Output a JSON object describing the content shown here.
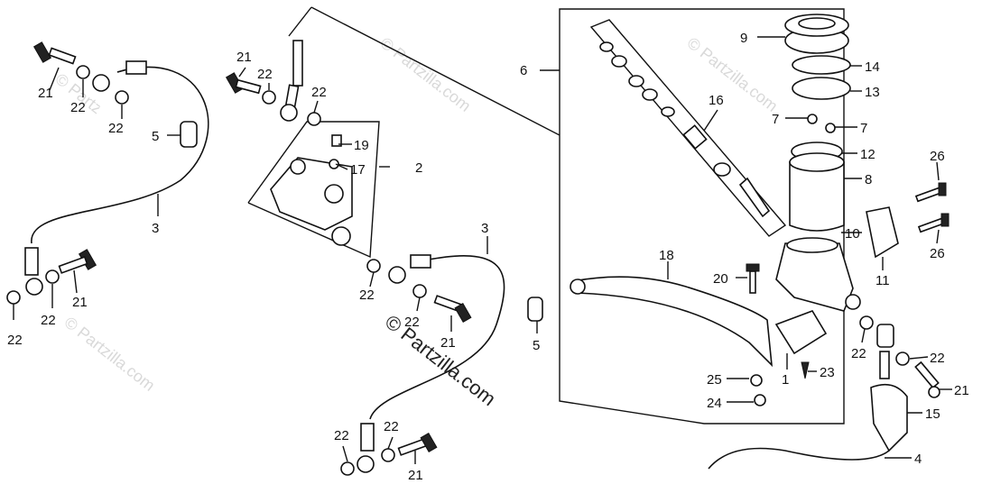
{
  "watermark": "© Partzilla.com",
  "caption": "© Partzilla.com",
  "callouts": {
    "c1": "1",
    "c2": "2",
    "c3a": "3",
    "c3b": "3",
    "c4": "4",
    "c5a": "5",
    "c5b": "5",
    "c6": "6",
    "c7a": "7",
    "c7b": "7",
    "c8": "8",
    "c9": "9",
    "c10": "10",
    "c11": "11",
    "c12": "12",
    "c13": "13",
    "c14": "14",
    "c15": "15",
    "c16": "16",
    "c17": "17",
    "c18": "18",
    "c19": "19",
    "c20": "20",
    "c21a": "21",
    "c21b": "21",
    "c21c": "21",
    "c21d": "21",
    "c21e": "21",
    "c21f": "21",
    "c22a": "22",
    "c22b": "22",
    "c22c": "22",
    "c22d": "22",
    "c22e": "22",
    "c22f": "22",
    "c22g": "22",
    "c22h": "22",
    "c22i": "22",
    "c22j": "22",
    "c22k": "22",
    "c22l": "22",
    "c23": "23",
    "c24": "24",
    "c25": "25",
    "c26a": "26",
    "c26b": "26"
  }
}
